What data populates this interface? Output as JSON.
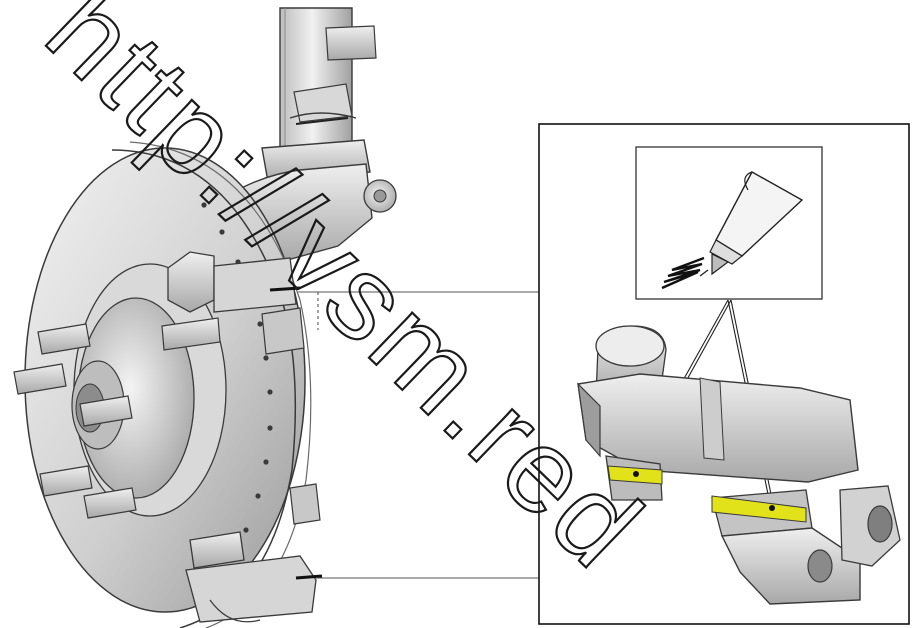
{
  "diagram": {
    "watermark_text": "http://vsm.red",
    "colors": {
      "metal_light": "#e4e4e4",
      "metal_mid": "#c6c6c6",
      "metal_dark": "#8e8e8e",
      "outline": "#3a3a3a",
      "grease_highlight": "#e2e21a",
      "leader_line": "#555555"
    },
    "icons": {
      "grease_tube": "grease-tube-icon",
      "brake_assembly": "brake-disc-assembly",
      "caliper_bracket": "caliper-bracket-detail"
    }
  }
}
